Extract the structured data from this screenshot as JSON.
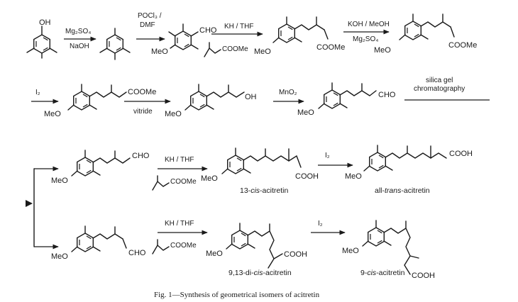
{
  "scheme": {
    "caption": "Fig. 1—Synthesis of geometrical isomers of acitretin",
    "groups": {
      "oh": "OH",
      "cho": "CHO",
      "meo": "MeO",
      "coome": "COOMe",
      "cooh": "COOH"
    },
    "reagents": {
      "r1_top": "Mg₂SO₄",
      "r1_bottom": "NaOH",
      "r2_top": "POCl₃ /",
      "r2_mid": "DMF",
      "r3_top": "KH / THF",
      "r3_side": "COOMe",
      "r4_top": "KOH / MeOH",
      "r4_bottom": "Mg₂SO₄",
      "r5_top": "I₂",
      "r6_top": "COOMe",
      "r6_bottom": "vitride",
      "r7_top": "MnO₂",
      "r8_line1": "silica gel",
      "r8_line2": "chromatography",
      "r9_top": "KH / THF",
      "r9_side": "COOMe",
      "r10_top": "I₂",
      "r11_top": "KH / THF",
      "r11_side": "COOMe",
      "r12_top": "I₂"
    },
    "compounds": {
      "c13cis_pre": "13-",
      "c13cis_it": "cis",
      "c13cis_post": "-acitretin",
      "alltrans_pre": "all-",
      "alltrans_it": "trans",
      "alltrans_post": "-acitretin",
      "c913_pre": "9,13-di-",
      "c913_it": "cis",
      "c913_post": "-acitretin",
      "c9cis_pre": "9-",
      "c9cis_it": "cis",
      "c9cis_post": "-acitretin"
    }
  }
}
